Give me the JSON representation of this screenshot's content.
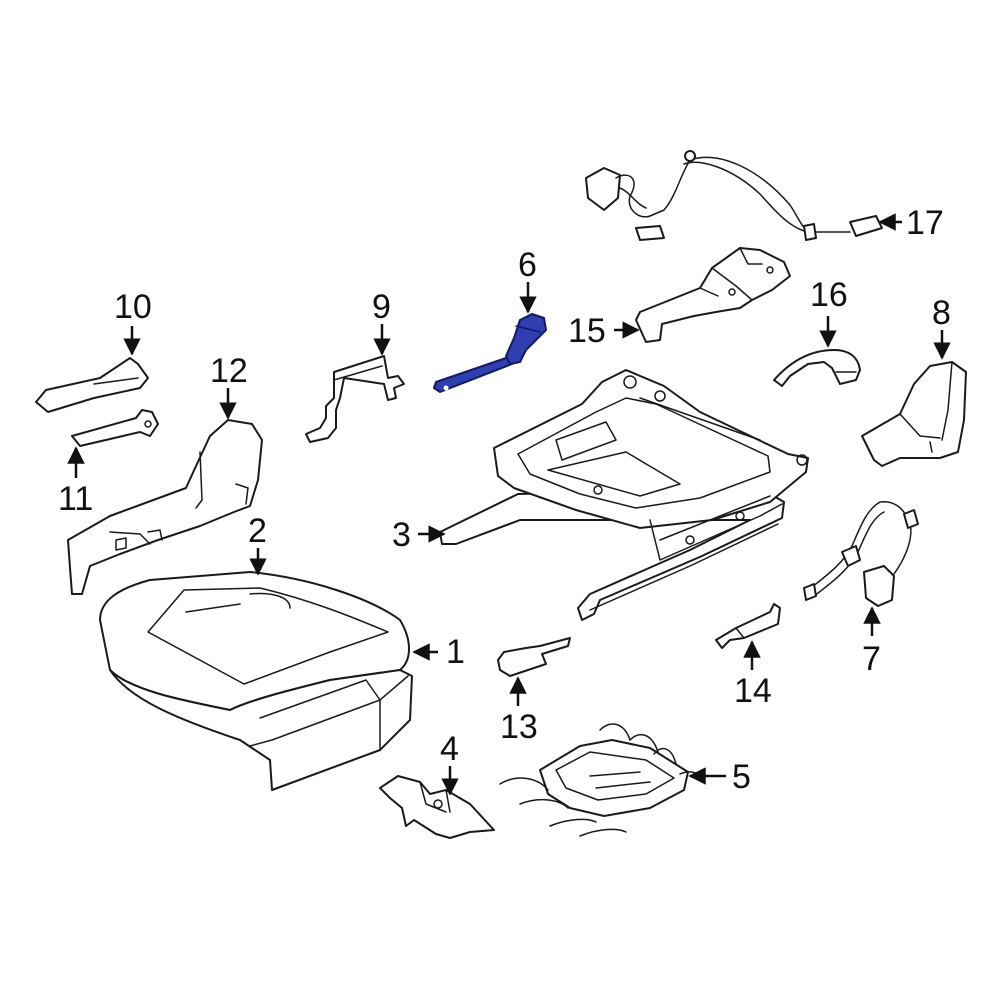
{
  "diagram": {
    "highlighted_part": "6",
    "highlight_color": "#2f3fb0",
    "callouts": {
      "c1": "1",
      "c2": "2",
      "c3": "3",
      "c4": "4",
      "c5": "5",
      "c6": "6",
      "c7": "7",
      "c8": "8",
      "c9": "9",
      "c10": "10",
      "c11": "11",
      "c12": "12",
      "c13": "13",
      "c14": "14",
      "c15": "15",
      "c16": "16",
      "c17": "17"
    }
  }
}
